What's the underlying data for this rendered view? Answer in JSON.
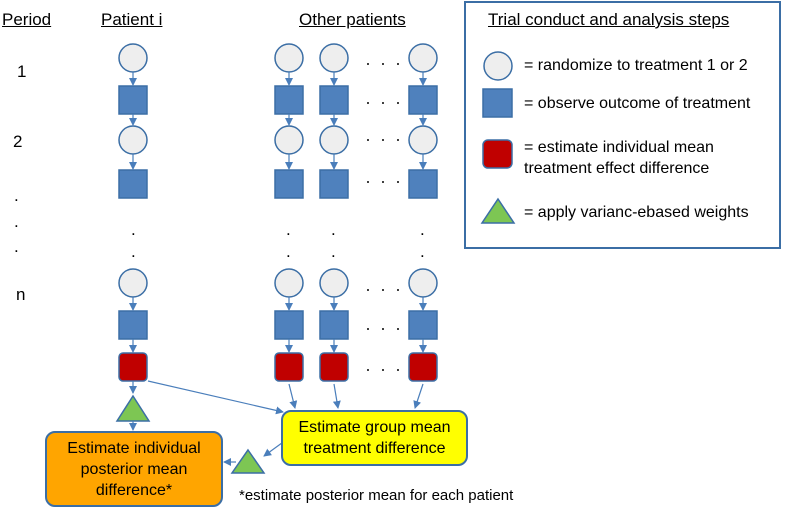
{
  "headers": {
    "period": "Period",
    "patient_i": "Patient i",
    "other_patients": "Other patients"
  },
  "period_labels": [
    "1",
    "2",
    ".",
    ".",
    ".",
    "n"
  ],
  "legend": {
    "title": "Trial conduct  and analysis steps",
    "items": [
      {
        "shape": "circle",
        "label": "= randomize to treatment 1 or 2"
      },
      {
        "shape": "square",
        "label": "= observe outcome of treatment"
      },
      {
        "shape": "red-square",
        "label_line1": "= estimate individual mean",
        "label_line2": "treatment effect difference"
      },
      {
        "shape": "triangle",
        "label": "= apply varianc-ebased weights"
      }
    ]
  },
  "boxes": {
    "group_line1": "Estimate group mean",
    "group_line2": "treatment difference",
    "individual_line1": "Estimate individual",
    "individual_line2": "posterior mean",
    "individual_line3": "difference*"
  },
  "ellipsis": "· · ·",
  "vertical_dot": ".",
  "footnote": "*estimate posterior mean for each patient",
  "colors": {
    "circle_fill": "#eeeeee",
    "square_fill": "#4f81bd",
    "red_fill": "#c00000",
    "triangle_fill": "#7dc653",
    "border": "#3b6ea5",
    "yellow": "#ffff00",
    "orange": "#ffa500"
  }
}
